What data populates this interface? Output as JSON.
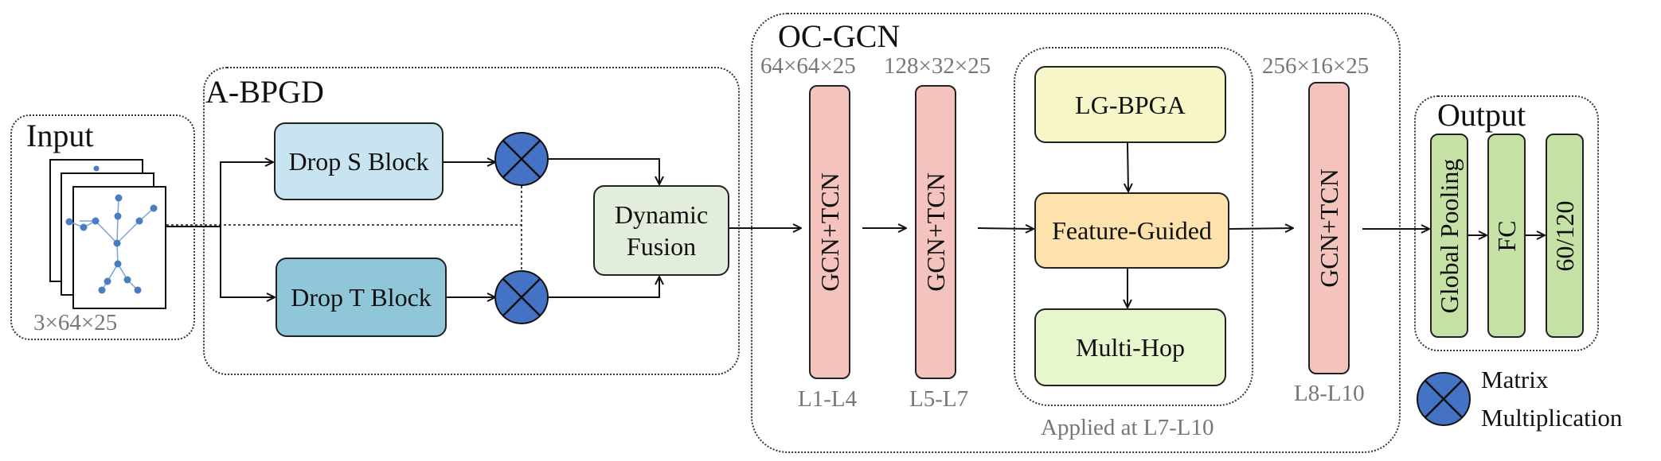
{
  "groups": {
    "input": "Input",
    "abpgd": "A-BPGD",
    "ocgcn": "OC-GCN",
    "output": "Output"
  },
  "input_dim": "3×64×25",
  "abpgd": {
    "drop_s": "Drop S Block",
    "drop_t": "Drop T Block",
    "fusion": "Dynamic Fusion"
  },
  "ocgcn": {
    "dims": [
      "64×64×25",
      "128×32×25",
      "256×16×25"
    ],
    "blocks": [
      "GCN+TCN",
      "GCN+TCN",
      "GCN+TCN"
    ],
    "layers": [
      "L1-L4",
      "L5-L7",
      "L8-L10"
    ],
    "lgbpga": "LG-BPGA",
    "feature_guided": "Feature-Guided",
    "multi_hop": "Multi-Hop",
    "applied": "Applied at L7-L10"
  },
  "output": {
    "blocks": [
      "Global Pooling",
      "FC",
      "60/120"
    ]
  },
  "legend": {
    "line1": "Matrix",
    "line2": "Multiplication"
  },
  "colors": {
    "drop_s": "#c9e4f1",
    "drop_t": "#8fc6d8",
    "fusion": "#e2eedb",
    "gcn_tcn": "#f4c3bd",
    "lgbpga": "#f7f6c8",
    "feature_guided": "#fde2ae",
    "multi_hop": "#e8f6cd",
    "output_block": "#c5e1a6",
    "matmul": "#4472c4",
    "skeleton_node": "#4a7cc2"
  }
}
